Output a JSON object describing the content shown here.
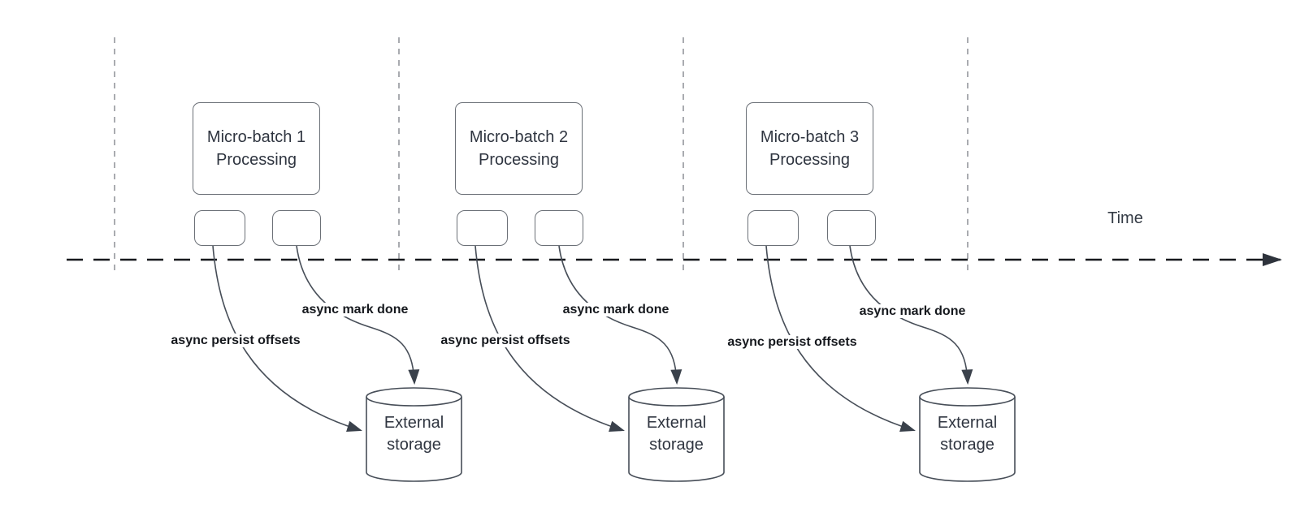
{
  "diagram": {
    "time_label": "Time",
    "groups": [
      {
        "title": "Micro-batch 1 Processing",
        "persist_label": "async persist offsets",
        "done_label": "async mark done",
        "storage_label": "External storage"
      },
      {
        "title": "Micro-batch 2 Processing",
        "persist_label": "async persist offsets",
        "done_label": "async mark done",
        "storage_label": "External storage"
      },
      {
        "title": "Micro-batch 3 Processing",
        "persist_label": "async persist offsets",
        "done_label": "async mark done",
        "storage_label": "External storage"
      }
    ],
    "colors": {
      "curve_stroke": "#474e58",
      "arrowhead_fill": "#3a414b",
      "timeline_stroke": "#17191d",
      "guide_stroke": "#a9abb0",
      "box_border": "#6b7077",
      "text": "#2f3540",
      "bold_label_text": "#15181d",
      "background": "#ffffff"
    }
  }
}
